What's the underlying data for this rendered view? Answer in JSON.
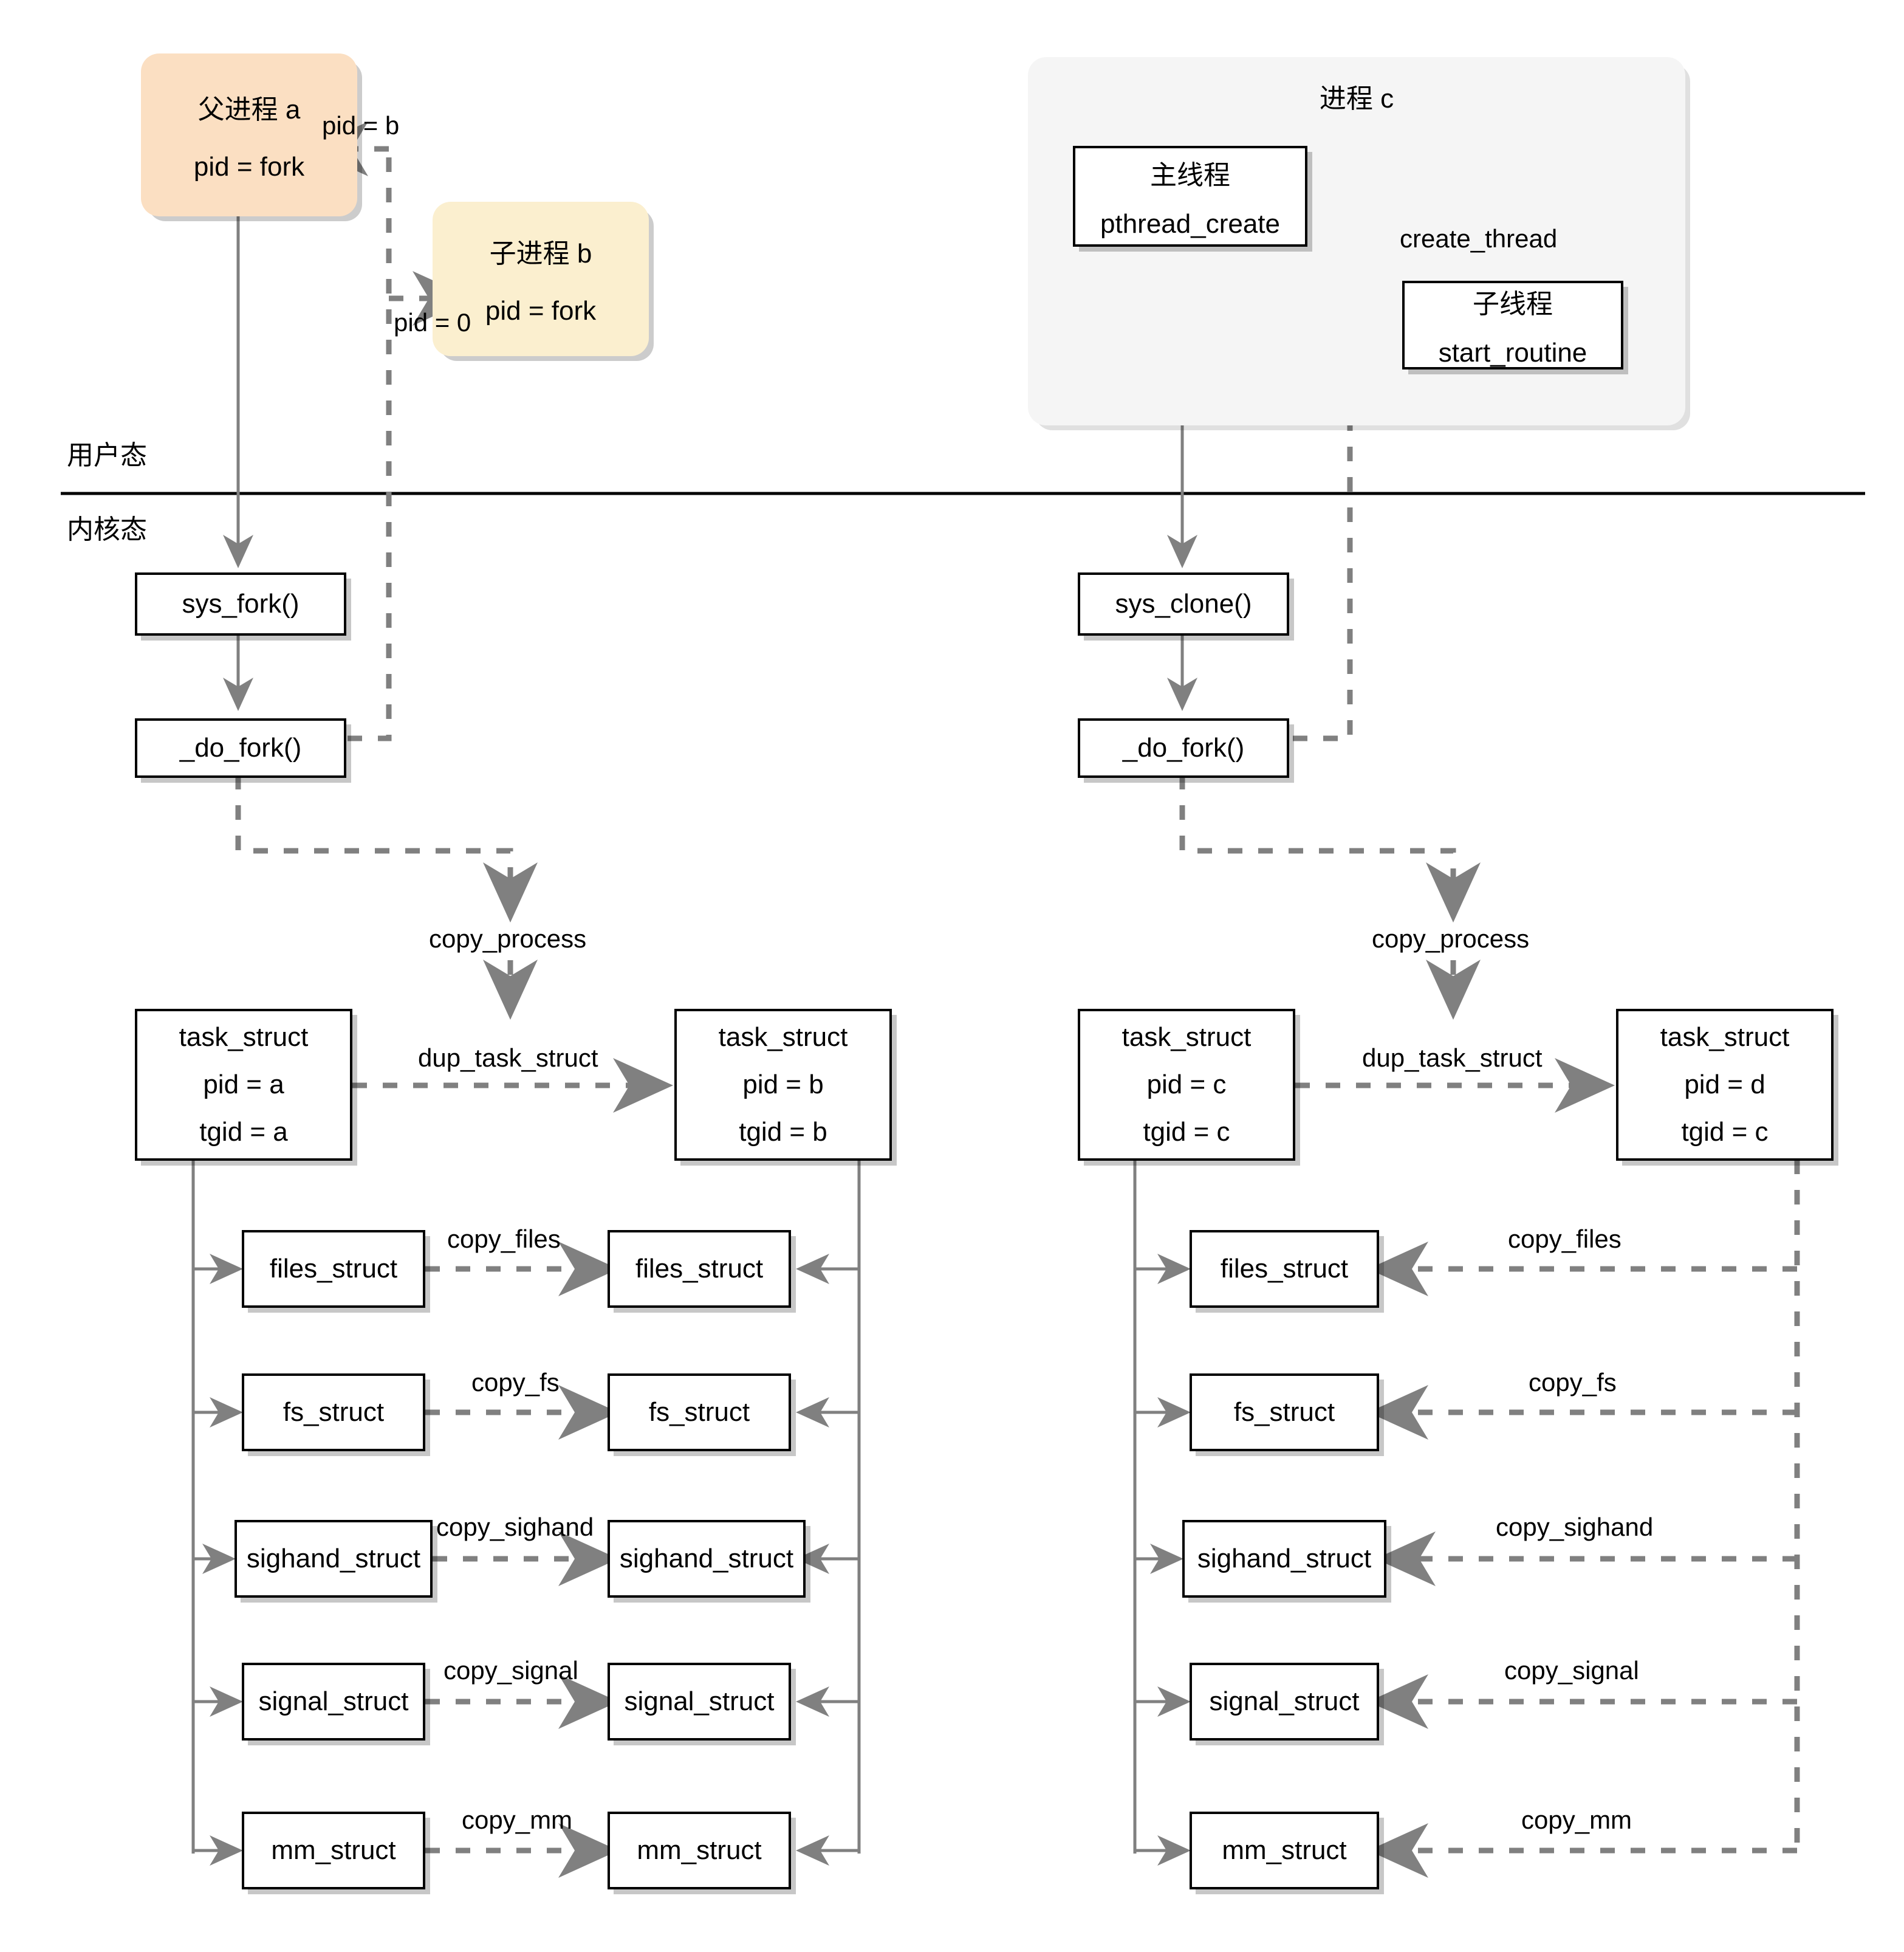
{
  "diagram": {
    "title_user_mode": "用户态",
    "title_kernel_mode": "内核态"
  },
  "user_space": {
    "parent_process": {
      "title": "父进程 a",
      "line1": "pid = fork"
    },
    "child_process": {
      "title": "子进程 b",
      "line1": "pid = fork"
    },
    "process_c": {
      "title": "进程 c",
      "main_thread": {
        "title": "主线程",
        "line1": "pthread_create"
      },
      "child_thread": {
        "title": "子线程",
        "line1": "start_routine"
      },
      "create_thread_label": "create_thread"
    },
    "edge_labels": {
      "pid_b": "pid = b",
      "pid_0": "pid = 0"
    }
  },
  "kernel_space": {
    "left": {
      "syscall_box": "sys_fork()",
      "dofork_box": "_do_fork()",
      "copy_process_label": "copy_process",
      "dup_task_struct_label": "dup_task_struct",
      "task_src": {
        "title": "task_struct",
        "pid": "pid = a",
        "tgid": "tgid = a"
      },
      "task_dst": {
        "title": "task_struct",
        "pid": "pid = b",
        "tgid": "tgid = b"
      },
      "structs": [
        {
          "name": "files_struct",
          "copy_label": "copy_files"
        },
        {
          "name": "fs_struct",
          "copy_label": "copy_fs"
        },
        {
          "name": "sighand_struct",
          "copy_label": "copy_sighand"
        },
        {
          "name": "signal_struct",
          "copy_label": "copy_signal"
        },
        {
          "name": "mm_struct",
          "copy_label": "copy_mm"
        }
      ]
    },
    "right": {
      "syscall_box": "sys_clone()",
      "dofork_box": "_do_fork()",
      "copy_process_label": "copy_process",
      "dup_task_struct_label": "dup_task_struct",
      "task_src": {
        "title": "task_struct",
        "pid": "pid = c",
        "tgid": "tgid = c"
      },
      "task_dst": {
        "title": "task_struct",
        "pid": "pid = d",
        "tgid": "tgid = c"
      },
      "structs": [
        {
          "name": "files_struct",
          "copy_label": "copy_files"
        },
        {
          "name": "fs_struct",
          "copy_label": "copy_fs"
        },
        {
          "name": "sighand_struct",
          "copy_label": "copy_sighand"
        },
        {
          "name": "signal_struct",
          "copy_label": "copy_signal"
        },
        {
          "name": "mm_struct",
          "copy_label": "copy_mm"
        }
      ]
    }
  },
  "colors": {
    "parent_fill": "#FBDFC2",
    "child_fill": "#FBEFCF",
    "group_fill": "#F5F5F5",
    "edge_gray": "#808080",
    "border_black": "#000000"
  }
}
